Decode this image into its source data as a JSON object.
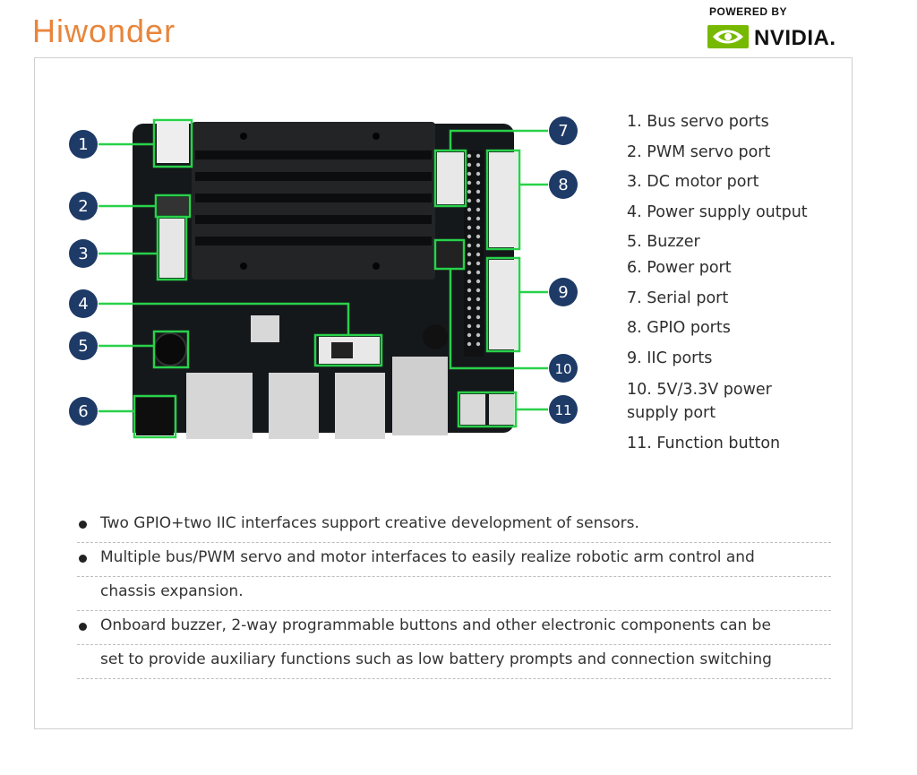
{
  "brand": {
    "name": "Hiwonder"
  },
  "partner": {
    "powered_by": "POWERED BY",
    "name": "NVIDIA."
  },
  "callouts": [
    "1",
    "2",
    "3",
    "4",
    "5",
    "6",
    "7",
    "8",
    "9",
    "10",
    "11"
  ],
  "legend": [
    "1. Bus servo ports",
    "2. PWM servo port",
    "3. DC motor port",
    "4. Power supply output",
    "5. Buzzer",
    "6. Power port",
    "7. Serial port",
    "8. GPIO ports",
    "9. IIC ports",
    "10. 5V/3.3V power supply port",
    "11. Function button"
  ],
  "bullets": [
    "Two GPIO+two IIC interfaces support creative development of sensors.",
    "Multiple bus/PWM servo and motor interfaces to easily realize robotic arm control and",
    "chassis expansion.",
    "Onboard buzzer, 2-way programmable buttons and other electronic components can be",
    "set to provide auxiliary functions such as low battery prompts and connection switching"
  ],
  "colors": {
    "brand": "#e8853c",
    "callout": "#1e3a66",
    "highlight": "#29d14a",
    "nvidia": "#76b900"
  },
  "icons": {
    "nvidia_logo": "nvidia-eye-icon",
    "bullet": "bullet-dot-icon"
  }
}
